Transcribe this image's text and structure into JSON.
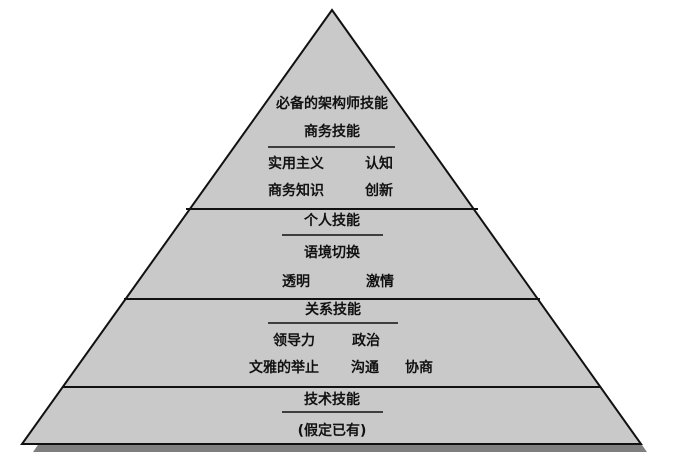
{
  "diagram": {
    "colors": {
      "fill": "#c9c9c9",
      "stroke": "#111111",
      "shadow": "#7f7f7f",
      "text": "#111111"
    },
    "tiers": [
      {
        "key": "top",
        "title": "必备的架构师技能",
        "heading": "商务技能",
        "row1": [
          "实用主义",
          "认知"
        ],
        "row2": [
          "商务知识",
          "创新"
        ]
      },
      {
        "key": "personal",
        "heading": "个人技能",
        "row1": [
          "语境切换"
        ],
        "row2": [
          "透明",
          "激情"
        ]
      },
      {
        "key": "relation",
        "heading": "关系技能",
        "row1": [
          "领导力",
          "政治"
        ],
        "row2": [
          "文雅的举止",
          "沟通",
          "协商"
        ]
      },
      {
        "key": "tech",
        "heading": "技术技能",
        "row1": [
          "(假定已有)"
        ]
      }
    ]
  }
}
